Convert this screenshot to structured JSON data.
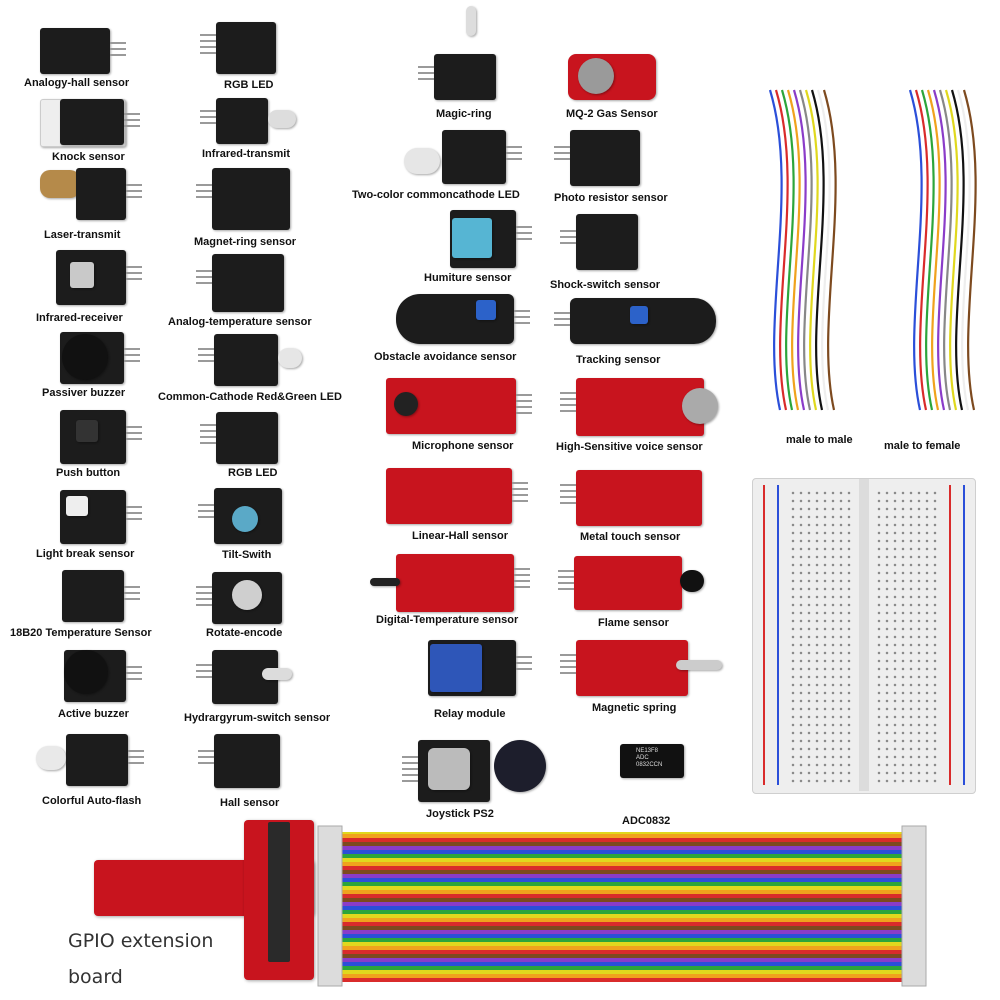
{
  "kit_items": [
    "Analogy-hall sensor",
    "Knock sensor",
    "Laser-transmit",
    "Infrared-receiver",
    "Passiver buzzer",
    "Push button",
    "Light break sensor",
    "18B20 Temperature Sensor",
    "Active buzzer",
    "Colorful Auto-flash",
    "RGB LED",
    "Infrared-transmit",
    "Magnet-ring sensor",
    "Analog-temperature sensor",
    "Common-Cathode Red&Green LED",
    "RGB LED",
    "Tilt-Swith",
    "Rotate-encode",
    "Hydrargyrum-switch sensor",
    "Hall sensor",
    "Magic-ring",
    "Two-color commoncathode LED",
    "Humiture sensor",
    "Obstacle avoidance sensor",
    "Microphone sensor",
    "Linear-Hall sensor",
    "Digital-Temperature sensor",
    "Relay module",
    "Joystick PS2",
    "MQ-2 Gas Sensor",
    "Photo resistor sensor",
    "Shock-switch sensor",
    "Tracking sensor",
    "High-Sensitive voice sensor",
    "Metal touch sensor",
    "Flame sensor",
    "Magnetic spring",
    "ADC0832"
  ],
  "cables": {
    "male_to_male": "male to male",
    "male_to_female": "male to female"
  },
  "gpio": {
    "line1": "GPIO extension",
    "line2": "board"
  },
  "chip_marking": {
    "line1": "NE13F8",
    "line2": "ADC",
    "line3": "0832CCN"
  },
  "colors": {
    "module_black": "#1c1c1c",
    "module_red": "#c8141e",
    "breadboard": "#eeeeee",
    "rail_red": "#d92b2b",
    "rail_blue": "#2b4fd9"
  }
}
